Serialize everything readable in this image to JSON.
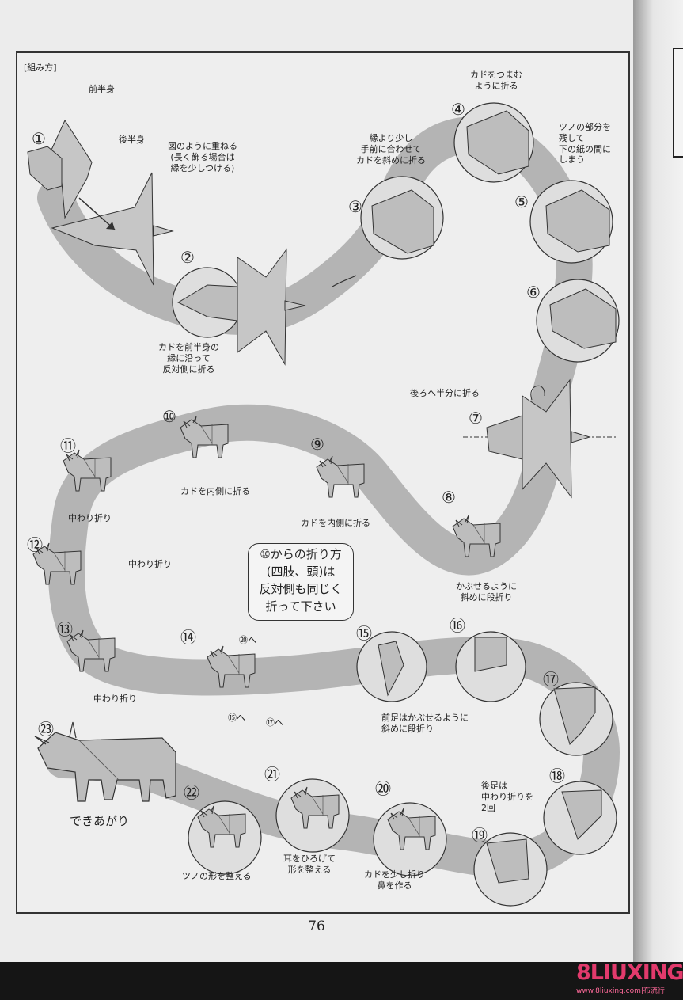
{
  "section_label": "[組み方]",
  "page_number": "76",
  "labels": {
    "front_half": "前半身",
    "back_half": "後半身",
    "overlap_note": [
      "図のように重ねる",
      "(長く飾る場合は",
      "縁を少しつける)"
    ],
    "step2_note": [
      "カドを前半身の",
      "縁に沿って",
      "反対側に折る"
    ],
    "step3_note": [
      "縁より少し",
      "手前に合わせて",
      "カドを斜めに折る"
    ],
    "step4_note": [
      "カドをつまむ",
      "ように折る"
    ],
    "step5_note": [
      "ツノの部分を",
      "残して",
      "下の紙の間に",
      "しまう"
    ],
    "step7_note": "後ろへ半分に折る",
    "step8_note": [
      "かぶせるように",
      "斜めに段折り"
    ],
    "step9_note": "カドを内側に折る",
    "step10_note": "カドを内側に折る",
    "step11_note": "中わり折り",
    "step12_note": "中わり折り",
    "step13_note": "中わり折り",
    "step14_ref_top": "⑳へ",
    "step14_ref_left": "⑮へ",
    "step14_ref_right": "⑰へ",
    "step15_note": [
      "前足はかぶせるように",
      "斜めに段折り"
    ],
    "step18_note": [
      "後足は",
      "中わり折りを",
      "2回"
    ],
    "step20_note": [
      "カドを少し折り",
      "鼻を作る"
    ],
    "step21_note": [
      "耳をひろげて",
      "形を整える"
    ],
    "step22_note": "ツノの形を整える",
    "done": "できあがり"
  },
  "note_box": [
    "⑩からの折り方",
    "(四肢、頭)は",
    "反対側も同じく",
    "折って下さい"
  ],
  "steps": [
    "①",
    "②",
    "③",
    "④",
    "⑤",
    "⑥",
    "⑦",
    "⑧",
    "⑨",
    "⑩",
    "⑪",
    "⑫",
    "⑬",
    "⑭",
    "⑮",
    "⑯",
    "⑰",
    "⑱",
    "⑲",
    "⑳",
    "㉑",
    "㉒",
    "㉓"
  ],
  "watermark": {
    "logo": "8LIUXING",
    "url": "www.8liuxing.com|布流行"
  },
  "colors": {
    "path_band": "#b4b4b4",
    "paper": "#cfcfcf",
    "paper_dark": "#9c9c9c",
    "logo": "#e23a6c"
  }
}
